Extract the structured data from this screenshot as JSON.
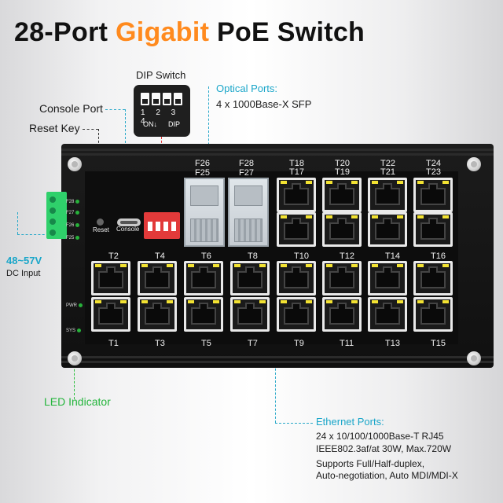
{
  "title": {
    "prefix": "28-Port",
    "accent": "Gigabit",
    "suffix": "PoE Switch"
  },
  "callouts": {
    "dip_switch": "DIP Switch",
    "console_port": "Console Port",
    "reset_key": "Reset Key",
    "optical_title": "Optical Ports:",
    "optical_desc": "4 x 1000Base-X SFP",
    "dc_voltage": "48~57V",
    "dc_input": "DC Input",
    "led_indicator": "LED Indicator",
    "ethernet_title": "Ethernet Ports:",
    "ethernet_lines": [
      "24 x 10/100/1000Base-T RJ45",
      "IEEE802.3af/at 30W, Max.720W",
      "Supports Full/Half-duplex,",
      "Auto-negotiation, Auto MDI/MDI-X"
    ]
  },
  "dip_inset": {
    "numbers": "1 2 3 4",
    "on_label": "ON↓",
    "dip_label": "DIP"
  },
  "device_labels": {
    "reset": "Reset",
    "console": "Console",
    "led_rows": [
      "F28",
      "F27",
      "F26",
      "F25",
      "PWR",
      "SYS"
    ],
    "sfp_top": [
      [
        "F26",
        "F25"
      ],
      [
        "F28",
        "F27"
      ]
    ],
    "top_right_pairs": [
      [
        "T18",
        "T17"
      ],
      [
        "T20",
        "T19"
      ],
      [
        "T22",
        "T21"
      ],
      [
        "T24",
        "T23"
      ]
    ],
    "mid_even": [
      "T2",
      "T4",
      "T6",
      "T8",
      "T10",
      "T12",
      "T14",
      "T16"
    ],
    "bottom_odd": [
      "T1",
      "T3",
      "T5",
      "T7",
      "T9",
      "T11",
      "T13",
      "T15"
    ]
  },
  "colors": {
    "accent": "#ff8a1e",
    "blue": "#1aa6c9",
    "green": "#24b53c",
    "dip_red": "#e23a3a"
  }
}
